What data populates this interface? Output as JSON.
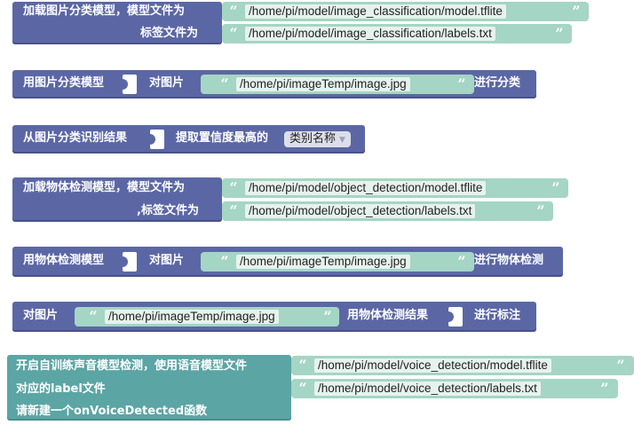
{
  "blocks": {
    "load_image_model": {
      "line1_label": "加载图片分类模型，模型文件为",
      "line1_value": "/home/pi/model/image_classification/model.tflite",
      "line2_label": "标签文件为",
      "line2_value": "/home/pi/model/image_classification/labels.txt"
    },
    "classify_image": {
      "prefix": "用图片分类模型",
      "middle": "对图片",
      "value": "/home/pi/imageTemp/image.jpg",
      "suffix": "进行分类"
    },
    "classification_result": {
      "prefix": "从图片分类识别结果",
      "middle": "提取置信度最高的",
      "dropdown": "类别名称"
    },
    "load_object_model": {
      "line1_label": "加载物体检测模型，模型文件为",
      "line1_value": "/home/pi/model/object_detection/model.tflite",
      "line2_label": ",标签文件为",
      "line2_value": "/home/pi/model/object_detection/labels.txt"
    },
    "detect_objects": {
      "prefix": "用物体检测模型",
      "middle": "对图片",
      "value": "/home/pi/imageTemp/image.jpg",
      "suffix": "进行物体检测"
    },
    "annotate_image": {
      "prefix": "对图片",
      "value": "/home/pi/imageTemp/image.jpg",
      "middle": "用物体检测结果",
      "suffix": "进行标注"
    },
    "voice_detection": {
      "line1_label": "开启自训练声音模型检测，使用语音模型文件",
      "line1_value": "/home/pi/model/voice_detection/model.tflite",
      "line2_label": "对应的label文件",
      "line2_value": "/home/pi/model/voice_detection/labels.txt",
      "line3_label": "请新建一个onVoiceDetected函数"
    }
  },
  "quote_open": "“",
  "quote_close": "”",
  "colors": {
    "block_blue": "#5b67a5",
    "block_teal": "#5ba5a5",
    "string_green": "#a5d5c4"
  }
}
